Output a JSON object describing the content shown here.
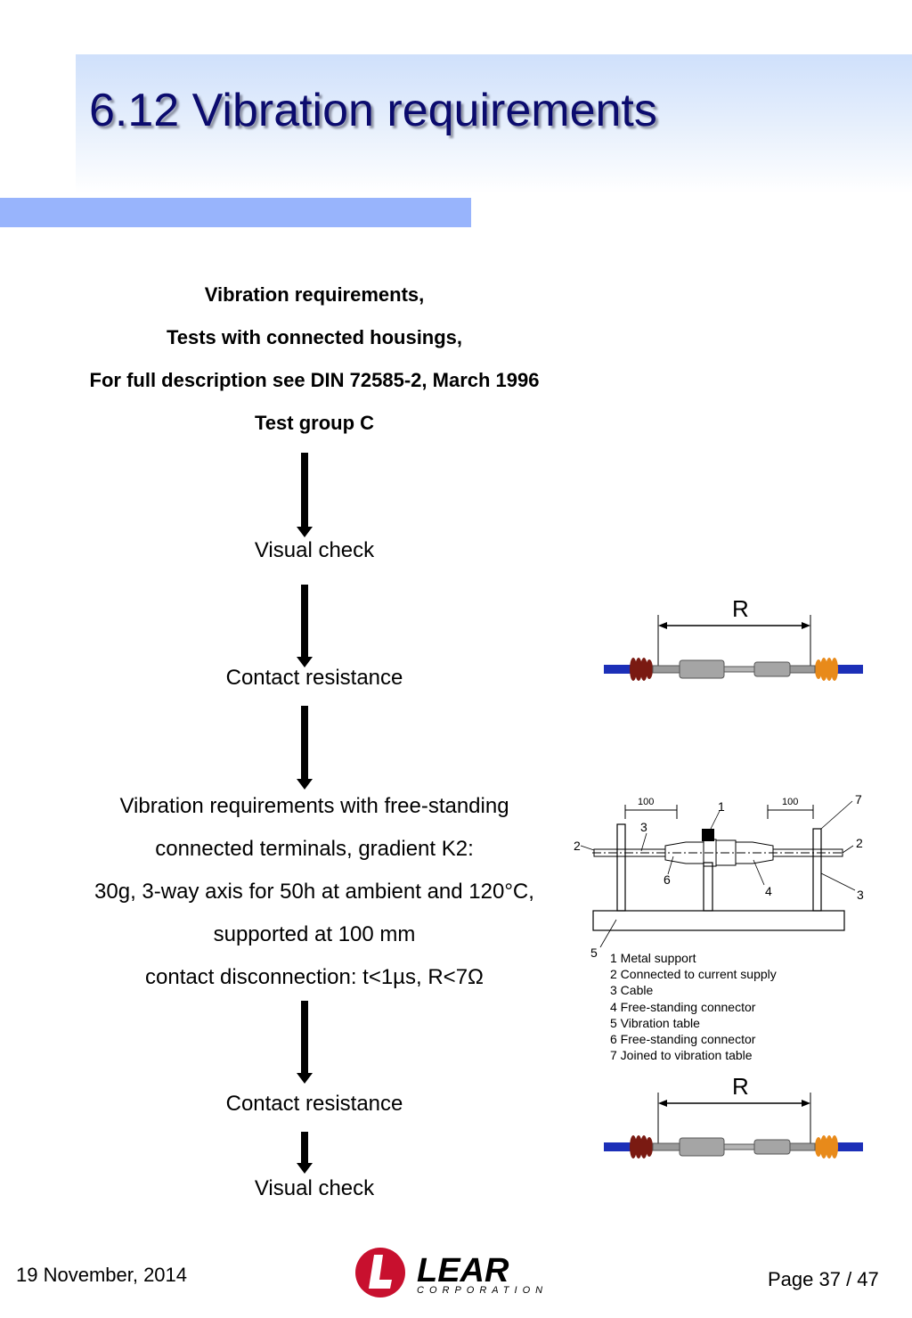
{
  "slide": {
    "title": "6.12 Vibration requirements",
    "heading_lines": [
      "Vibration requirements,",
      "Tests with connected housings,",
      "For full description see DIN 72585-2, March 1996",
      "Test group C"
    ]
  },
  "flow": {
    "visual_check_1": "Visual check",
    "contact_resistance_1": "Contact resistance",
    "vibration_lines": [
      "Vibration requirements with free-standing",
      "connected terminals, gradient K2:",
      "30g, 3-way axis for 50h at ambient and 120°C,",
      "supported at 100 mm",
      "contact disconnection: t<1µs, R<7Ω"
    ],
    "contact_resistance_2": "Contact resistance",
    "visual_check_2": "Visual check"
  },
  "figures": {
    "resistance_label_top": "R",
    "resistance_label_bottom": "R",
    "fixture": {
      "dim_left": "100",
      "dim_right": "100",
      "callouts": [
        "1",
        "2",
        "2",
        "3",
        "3",
        "4",
        "5",
        "6",
        "7"
      ]
    },
    "legend": [
      "1 Metal support",
      "2 Connected to current supply",
      "3 Cable",
      "4 Free-standing connector",
      "5 Vibration table",
      "6 Free-standing connector",
      "7 Joined to vibration table"
    ]
  },
  "footer": {
    "date": "19 November, 2014",
    "page": "Page 37 / 47",
    "logo_wordmark": "LEAR",
    "logo_subtitle": "CORPORATION"
  },
  "colors": {
    "title": "#0b0b6e",
    "accent_bar": "#98b4fc",
    "logo_red": "#c8102e",
    "cable_blue": "#1c2fb8",
    "seal_dark_red": "#7a1a12",
    "seal_orange": "#e88a1a"
  }
}
